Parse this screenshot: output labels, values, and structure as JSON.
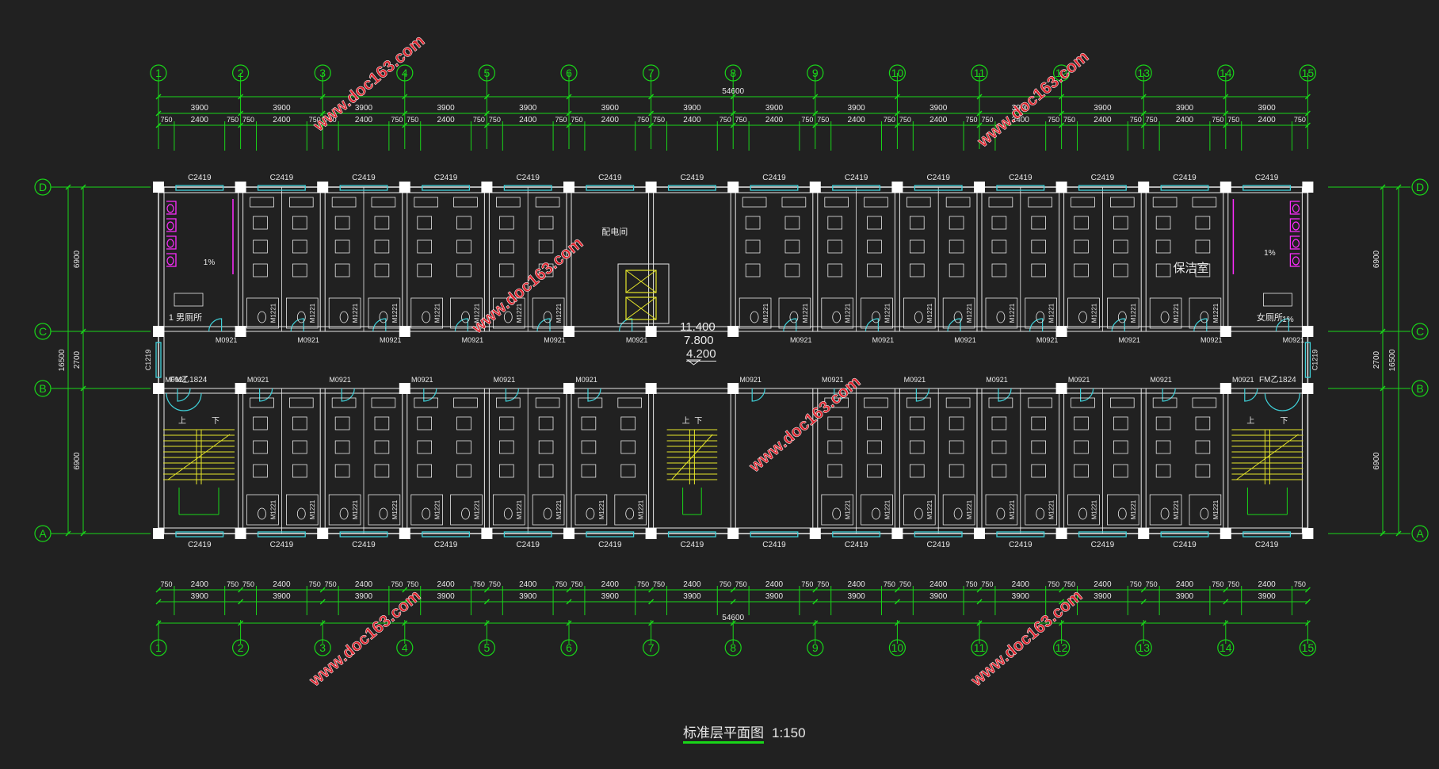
{
  "drawing": {
    "title": "标准层平面图",
    "scale": "1:150",
    "levels": [
      "11.400",
      "7.800",
      "4.200"
    ]
  },
  "grid": {
    "columns": [
      "1",
      "2",
      "3",
      "4",
      "5",
      "6",
      "7",
      "8",
      "9",
      "10",
      "11",
      "12",
      "13",
      "14",
      "15"
    ],
    "rows": [
      "D",
      "C",
      "B",
      "A"
    ]
  },
  "dimensions": {
    "total": "54600",
    "bay": "3900",
    "subs": [
      "750",
      "2400",
      "750"
    ],
    "left": {
      "total": "16500",
      "parts": [
        "6900",
        "2700",
        "6900"
      ]
    },
    "right": {
      "total": "16500",
      "parts": [
        "6900",
        "2700",
        "6900"
      ]
    }
  },
  "rooms": {
    "mens_wc": "1 男厕所",
    "womens_wc": "女厕所",
    "electric": "配电间",
    "cleaning": "保洁室",
    "slope": "1%",
    "stair_up": "上",
    "stair_down": "下"
  },
  "tags": {
    "window": "C2419",
    "window_end": "C1219",
    "door_room": "M0921",
    "door_bath": "M1221",
    "fire_door": "FM乙1824"
  },
  "watermark": "www.doc163.com",
  "colors": {
    "background": "#212121",
    "grid": "#19d619",
    "wall": "#e8e8e8",
    "window": "#3fd0d8",
    "toilet": "#ff2cff",
    "stair": "#e6e62a",
    "watermark": "#e0242e"
  }
}
